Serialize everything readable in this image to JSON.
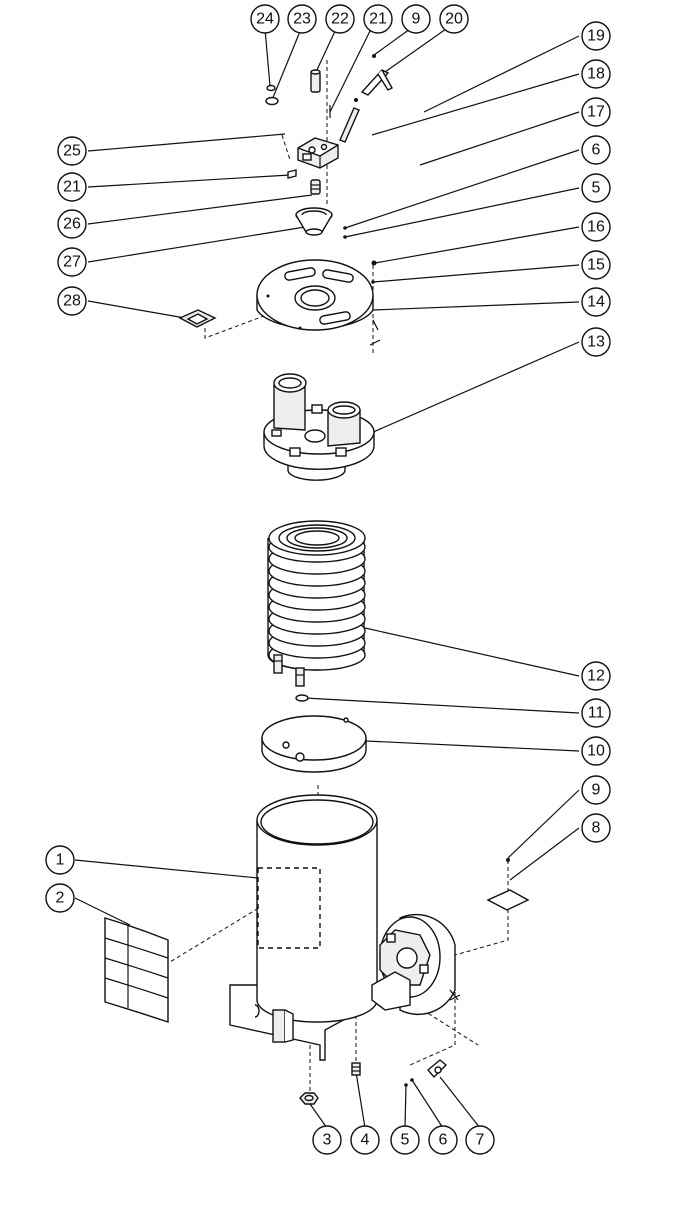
{
  "callouts": [
    "24",
    "23",
    "22",
    "21",
    "9",
    "20",
    "19",
    "18",
    "17",
    "6",
    "5",
    "16",
    "15",
    "14",
    "13",
    "12",
    "11",
    "10",
    "9",
    "8",
    "25",
    "21",
    "26",
    "27",
    "28",
    "1",
    "2",
    "3",
    "4",
    "5",
    "6",
    "7"
  ]
}
